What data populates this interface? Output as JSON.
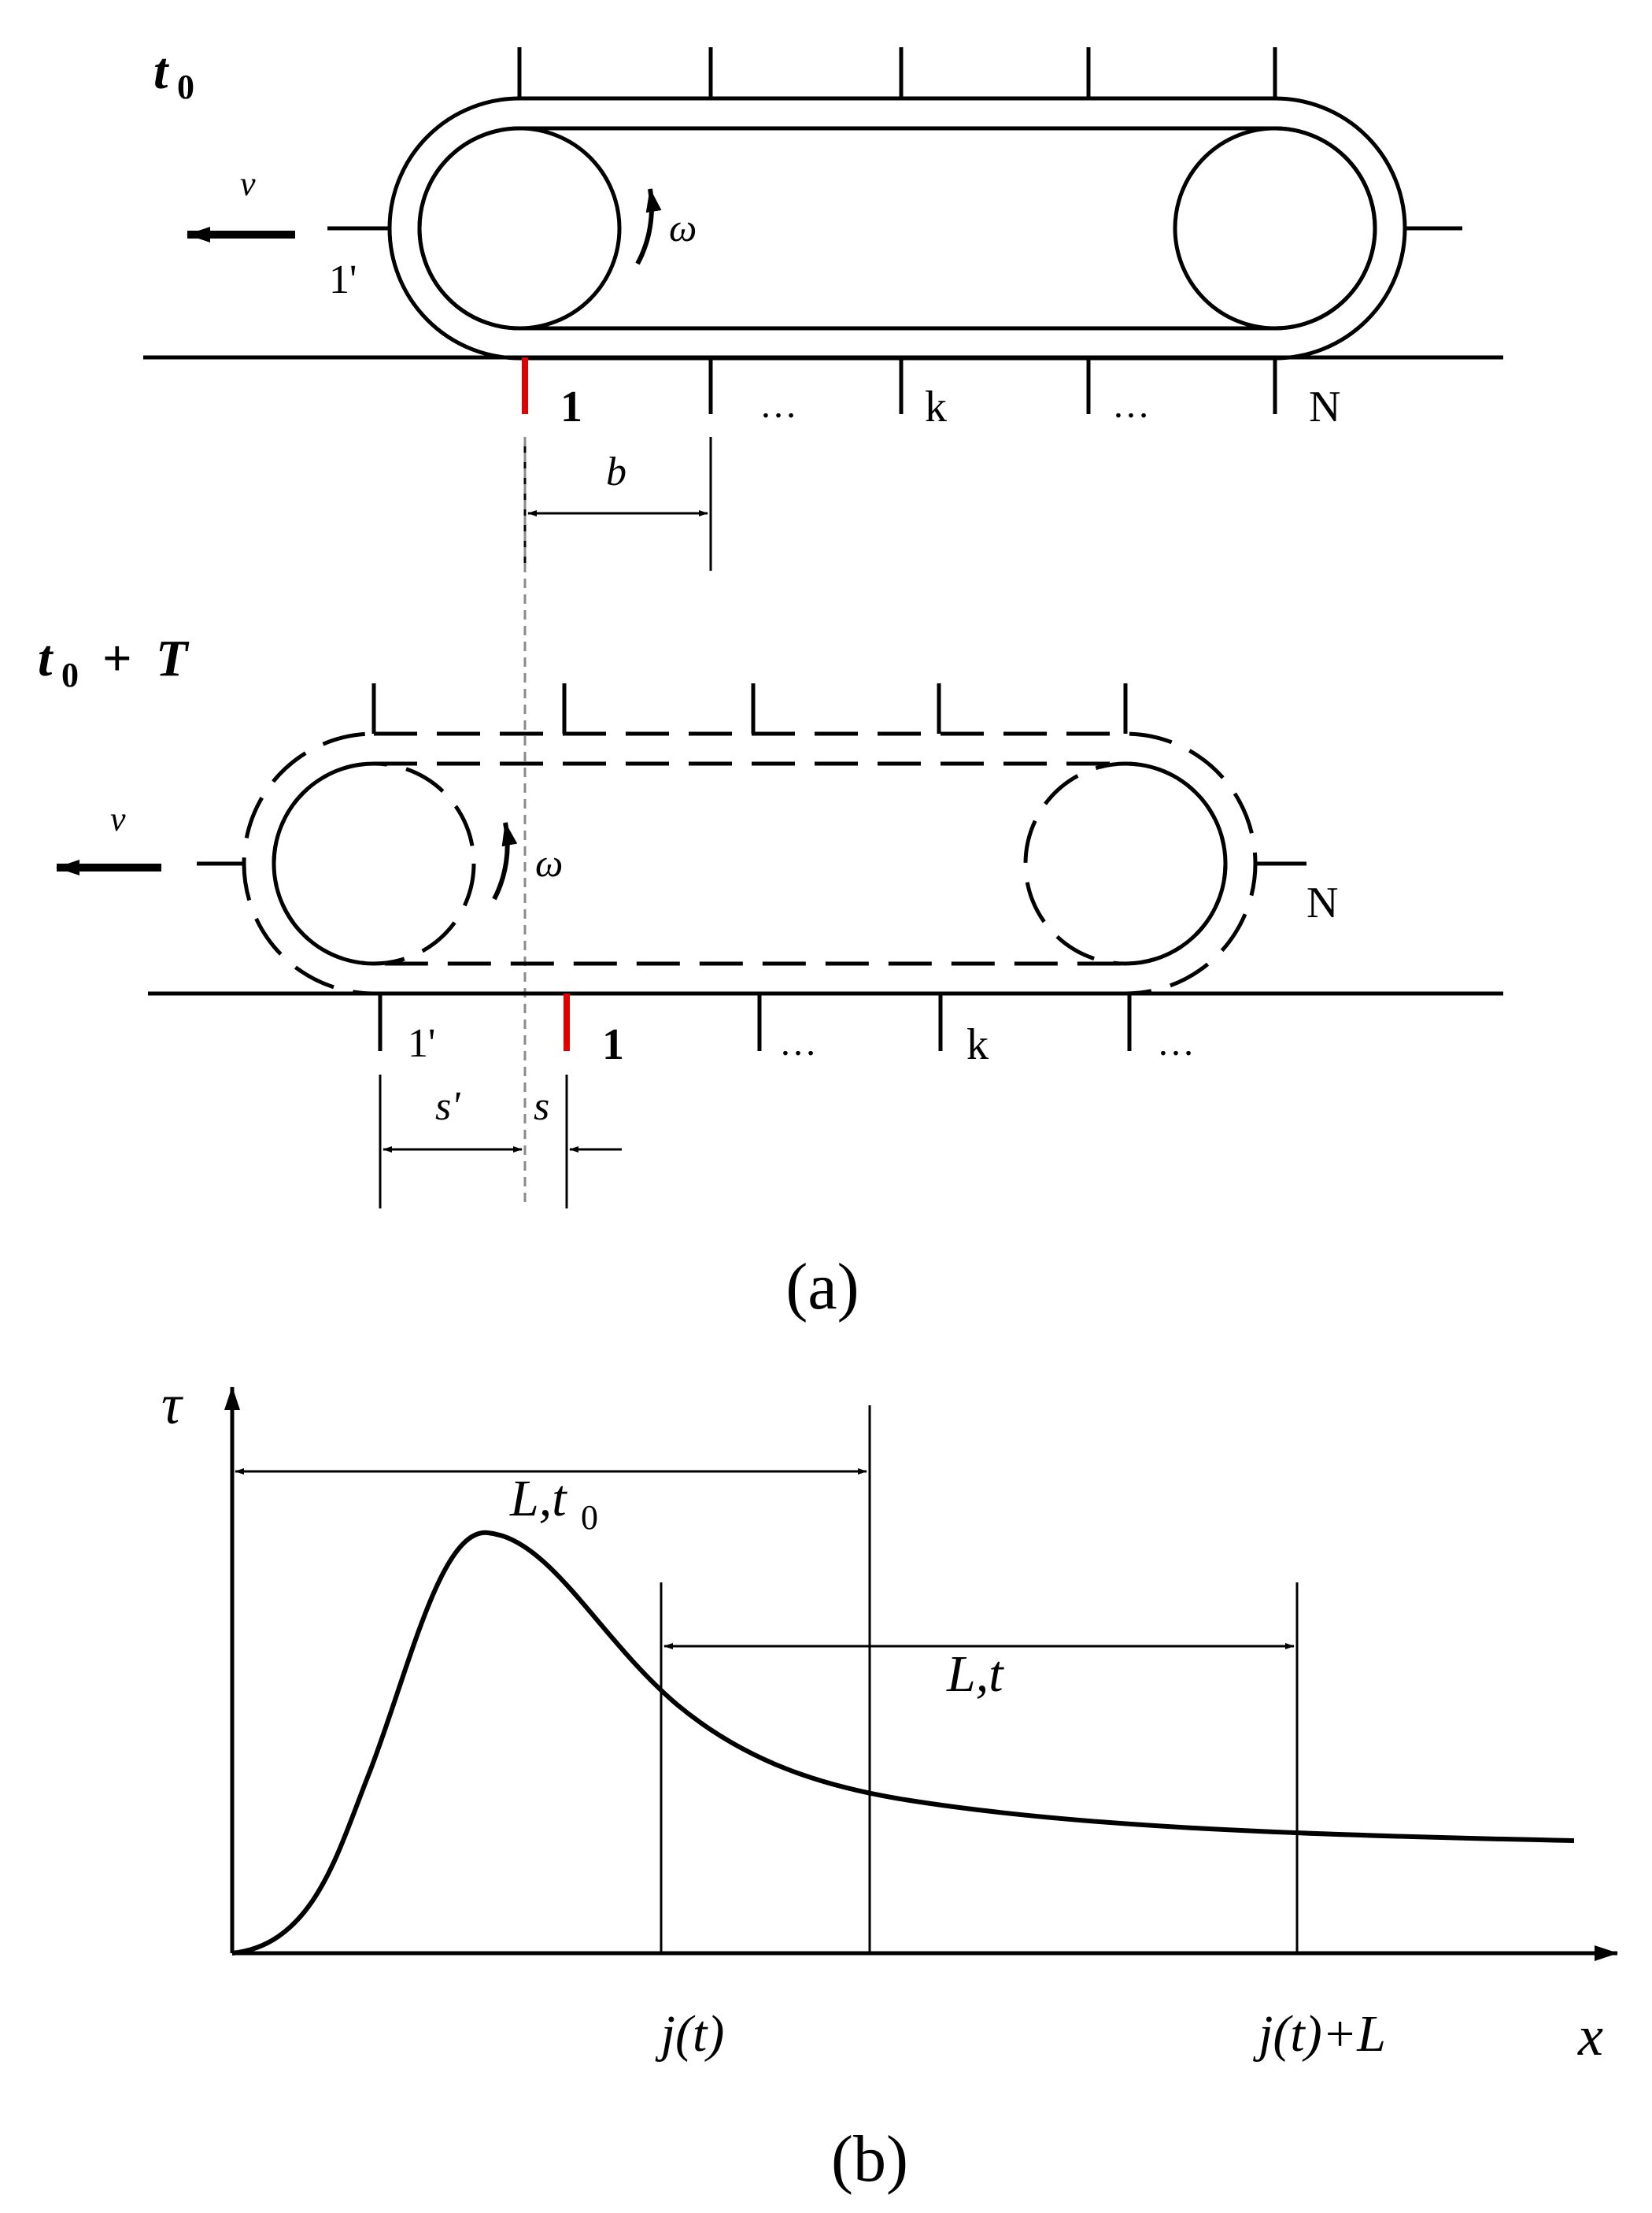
{
  "panel_a": {
    "state1": {
      "time_label": "t",
      "time_sub": "0",
      "v_label": "v",
      "omega_label": "ω",
      "left_lug_label": "1'",
      "bottom_labels": [
        "1",
        "…",
        "k",
        "…",
        "N"
      ],
      "b_label": "b"
    },
    "state2": {
      "time_label": "t",
      "time_sub": "0",
      "time_plus": "+",
      "time_T": "T",
      "v_label": "v",
      "omega_label": "ω",
      "right_lug_label": "N",
      "bottom_labels": [
        "1'",
        "1",
        "…",
        "k",
        "…"
      ],
      "s_prime_label": "s'",
      "s_label": "s"
    },
    "caption": "(a)"
  },
  "panel_b": {
    "y_axis_label": "τ",
    "x_axis_label": "x",
    "L_t0_label": "L,t",
    "L_t0_sub": "0",
    "L_t_label": "L,t",
    "jt_label": "j(t)",
    "jtL_label": "j(t)+L",
    "caption": "(b)"
  },
  "colors": {
    "ink": "#000000",
    "highlight": "#e00000",
    "guide": "#8a8a8a"
  }
}
